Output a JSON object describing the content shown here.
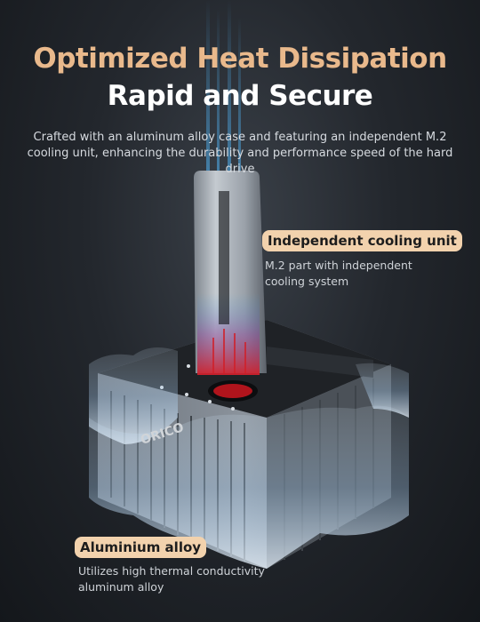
{
  "headline": "Optimized Heat Dissipation",
  "subheadline": "Rapid and Secure",
  "description": "Crafted with an aluminum alloy case and featuring an independent M.2 cooling unit, enhancing the durability and performance speed of the hard drive",
  "features": [
    {
      "label": "Independent cooling unit",
      "text": "M.2 part with independent cooling system"
    },
    {
      "label": "Aluminium alloy",
      "text": "Utilizes high thermal conductivity aluminum alloy"
    }
  ],
  "brand": "ORICO",
  "colors": {
    "accent": "#e9b98c",
    "tag_bg": "#f2d2ad",
    "heat": "#c0202a",
    "cool": "#3aa0e0"
  }
}
